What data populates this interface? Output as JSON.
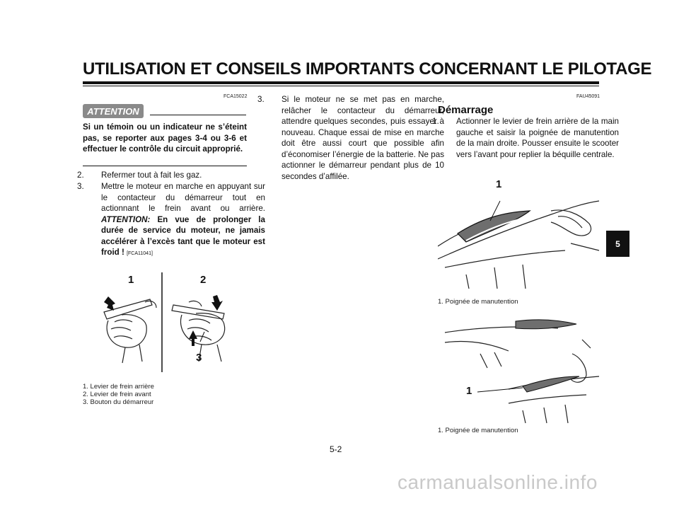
{
  "header": {
    "title": "UTILISATION ET CONSEILS IMPORTANTS CONCERNANT LE PILOTAGE"
  },
  "chapter_tab": "5",
  "left": {
    "code": "FCA15022",
    "attention_label": "ATTENTION",
    "attention_text": "Si un témoin ou un indicateur ne s’éteint pas, se reporter aux pages 3-4 ou 3-6 et effectuer le contrôle du circuit approprié.",
    "step2": {
      "num": "2.",
      "text": "Refermer tout à fait les gaz."
    },
    "step3": {
      "num": "3.",
      "text": "Mettre le moteur en marche en appuyant sur le contacteur du démarreur tout en actionnant le frein avant ou arrière.",
      "attention_inline": "ATTENTION:",
      "attention_inline_text": "En vue de prolonger la durée de servi­ce du moteur, ne jamais accélérer à l’excès tant que le moteur est froid !",
      "ref": "[FCA11041]"
    },
    "figure_labels": [
      "1",
      "2",
      "3"
    ],
    "captions": [
      "1. Levier de frein arrière",
      "2. Levier de frein avant",
      "3. Bouton du démarreur"
    ]
  },
  "middle": {
    "step3": {
      "num": "3.",
      "text": "Si le moteur ne se met pas en marche, relâcher le contacteur du démarreur, attendre quelques secondes, puis essayer à nouveau. Chaque essai de mise en marche doit être aussi court que possible afin d’économiser l’énergie de la batterie. Ne pas actionner le démarreur pen­dant plus de 10 secondes d’affilée."
    }
  },
  "right": {
    "code": "FAU45091",
    "section_title": "Démarrage",
    "step1": {
      "num": "1.",
      "text": "Actionner le levier de frein arrière de la main gauche et saisir la poignée de manutention de la main droite. Pousser ensuite le scooter vers l’avant pour replier la béquille centra­le."
    },
    "figure1_label": "1",
    "caption1": "1. Poignée de manutention",
    "figure2_label": "1",
    "caption2": "1. Poignée de manutention"
  },
  "footer": {
    "page": "5-2",
    "watermark": "carmanualsonline.info"
  }
}
